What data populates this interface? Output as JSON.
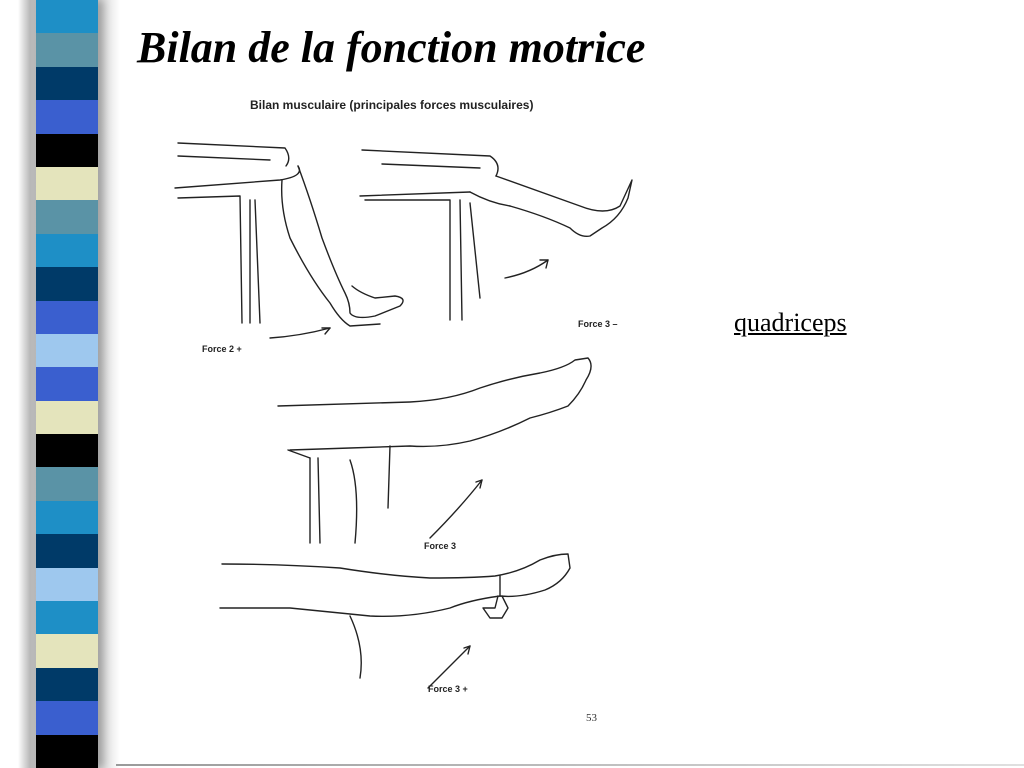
{
  "slide": {
    "title": "Bilan de la fonction motrice",
    "link_text": "quadriceps"
  },
  "figure": {
    "heading": "Bilan musculaire (principales forces musculaires)",
    "labels": {
      "force_2_plus": "Force 2 +",
      "force_3_minus": "Force 3 –",
      "force_3": "Force 3",
      "force_3_plus": "Force 3 +"
    },
    "page_number": "53"
  },
  "colors": {
    "stripes": [
      "#1e8fc6",
      "#5a93a6",
      "#003a68",
      "#3a5fcf",
      "#000000",
      "#e4e4bc",
      "#5a93a6",
      "#1e8fc6",
      "#003a68",
      "#3a5fcf",
      "#9ec8ee",
      "#3a5fcf",
      "#e4e4bc",
      "#000000",
      "#5a93a6",
      "#1e8fc6",
      "#003a68",
      "#9ec8ee",
      "#1e8fc6",
      "#e4e4bc",
      "#003a68",
      "#3a5fcf",
      "#000000"
    ]
  },
  "icons": {
    "leg_drawings": [
      "knee-flexed-leg",
      "knee-extension-seated",
      "leg-extension-raised",
      "leg-extension-with-weight"
    ],
    "arrows": "curved-arrow"
  }
}
